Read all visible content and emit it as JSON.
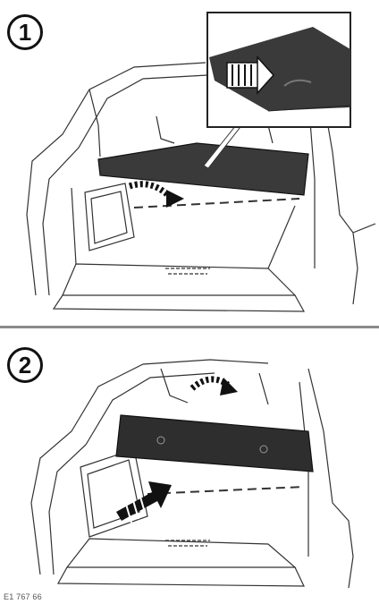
{
  "steps": [
    {
      "number": "1"
    },
    {
      "number": "2"
    }
  ],
  "reference_code": "E1 767 66",
  "colors": {
    "line": "#222222",
    "panel": "#3a3a3a",
    "divider": "#8a8a8a",
    "background": "#ffffff"
  }
}
